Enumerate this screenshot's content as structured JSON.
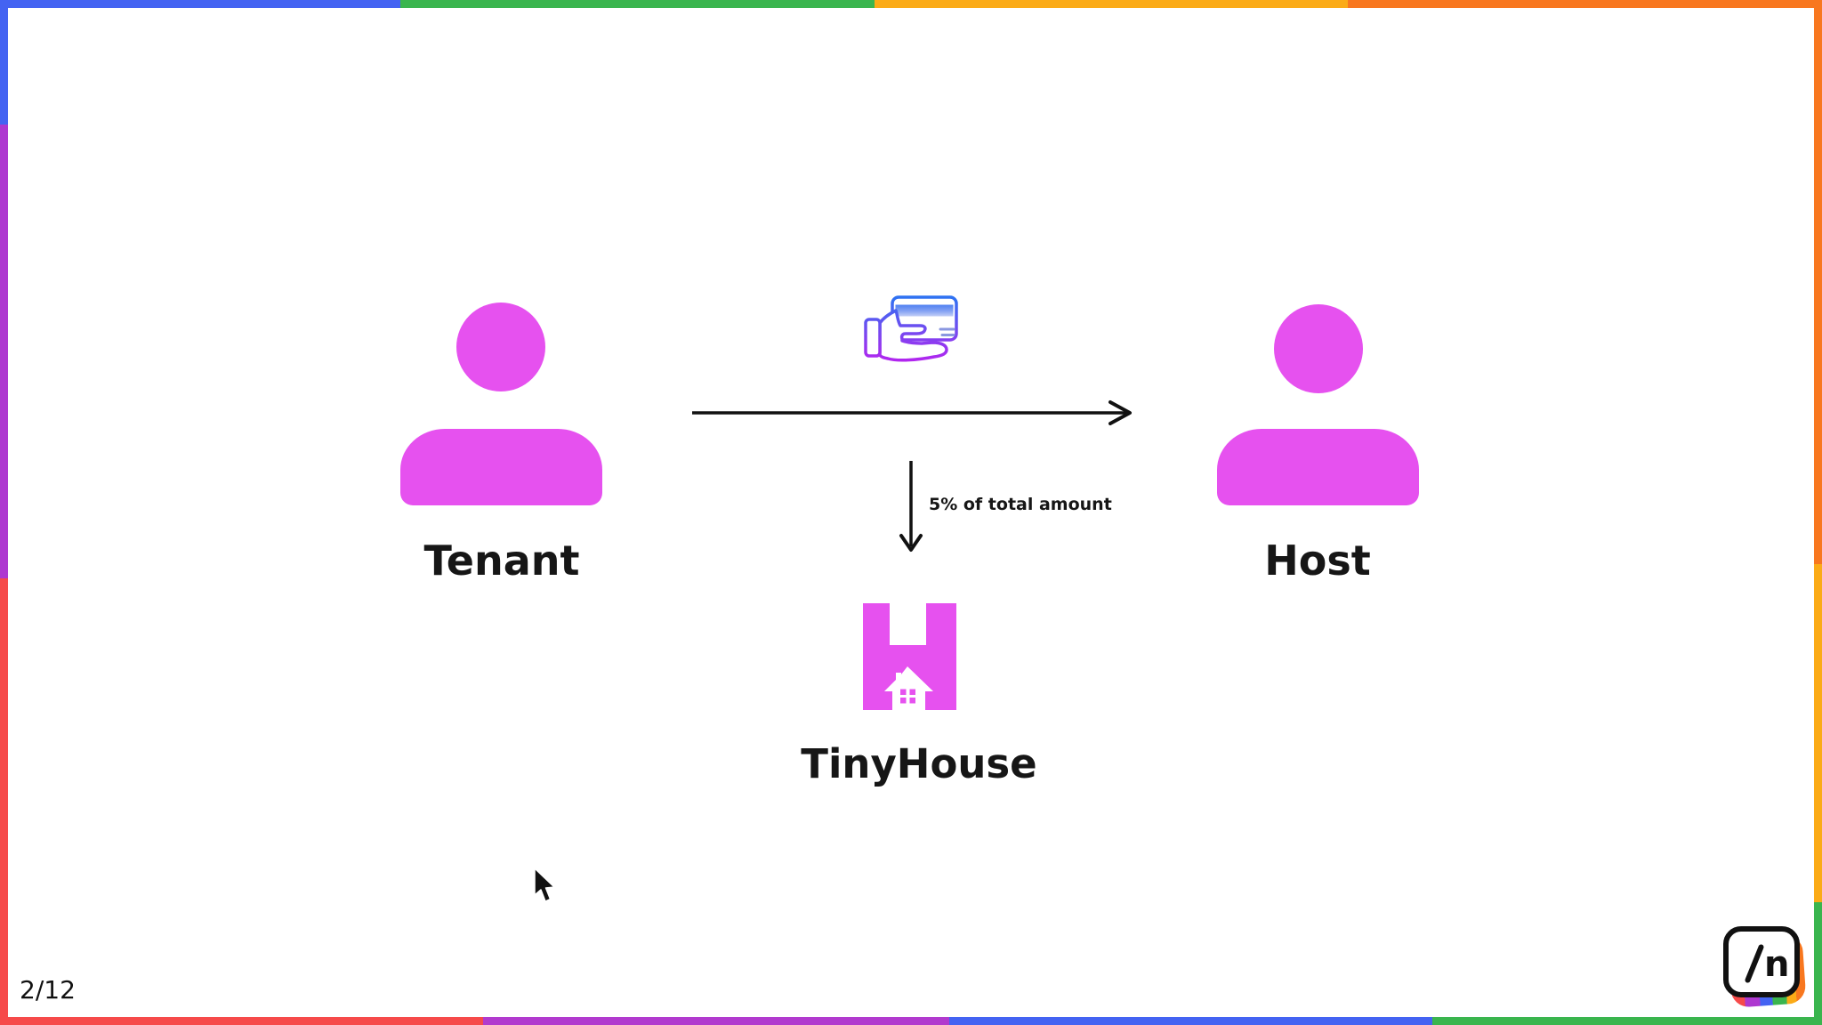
{
  "page": {
    "indicator": "2/12"
  },
  "diagram": {
    "tenant_label": "Tenant",
    "host_label": "Host",
    "platform_label": "TinyHouse",
    "fee_label": "5% of total amount"
  },
  "brand": {
    "newline_logo_text": "n"
  },
  "icons": {
    "tenant": "person-silhouette-icon",
    "host": "person-silhouette-icon",
    "payment": "hand-holding-credit-card-icon",
    "platform": "tinyhouse-h-house-logo",
    "bottom_right": "newline-logo",
    "pointer": "mouse-cursor-icon",
    "flow_right": "arrow-right",
    "flow_down": "arrow-down"
  },
  "colors": {
    "accent_magenta": "#e651ef",
    "border_blue": "#4463f2",
    "border_green": "#3ab54e",
    "border_amber": "#fbab17",
    "border_orange": "#f8771f",
    "border_red": "#f64a4a",
    "border_purple": "#ae38d0",
    "card_gradient_top": "#2e72f2",
    "card_gradient_bottom": "#b524ef",
    "text": "#161616"
  }
}
